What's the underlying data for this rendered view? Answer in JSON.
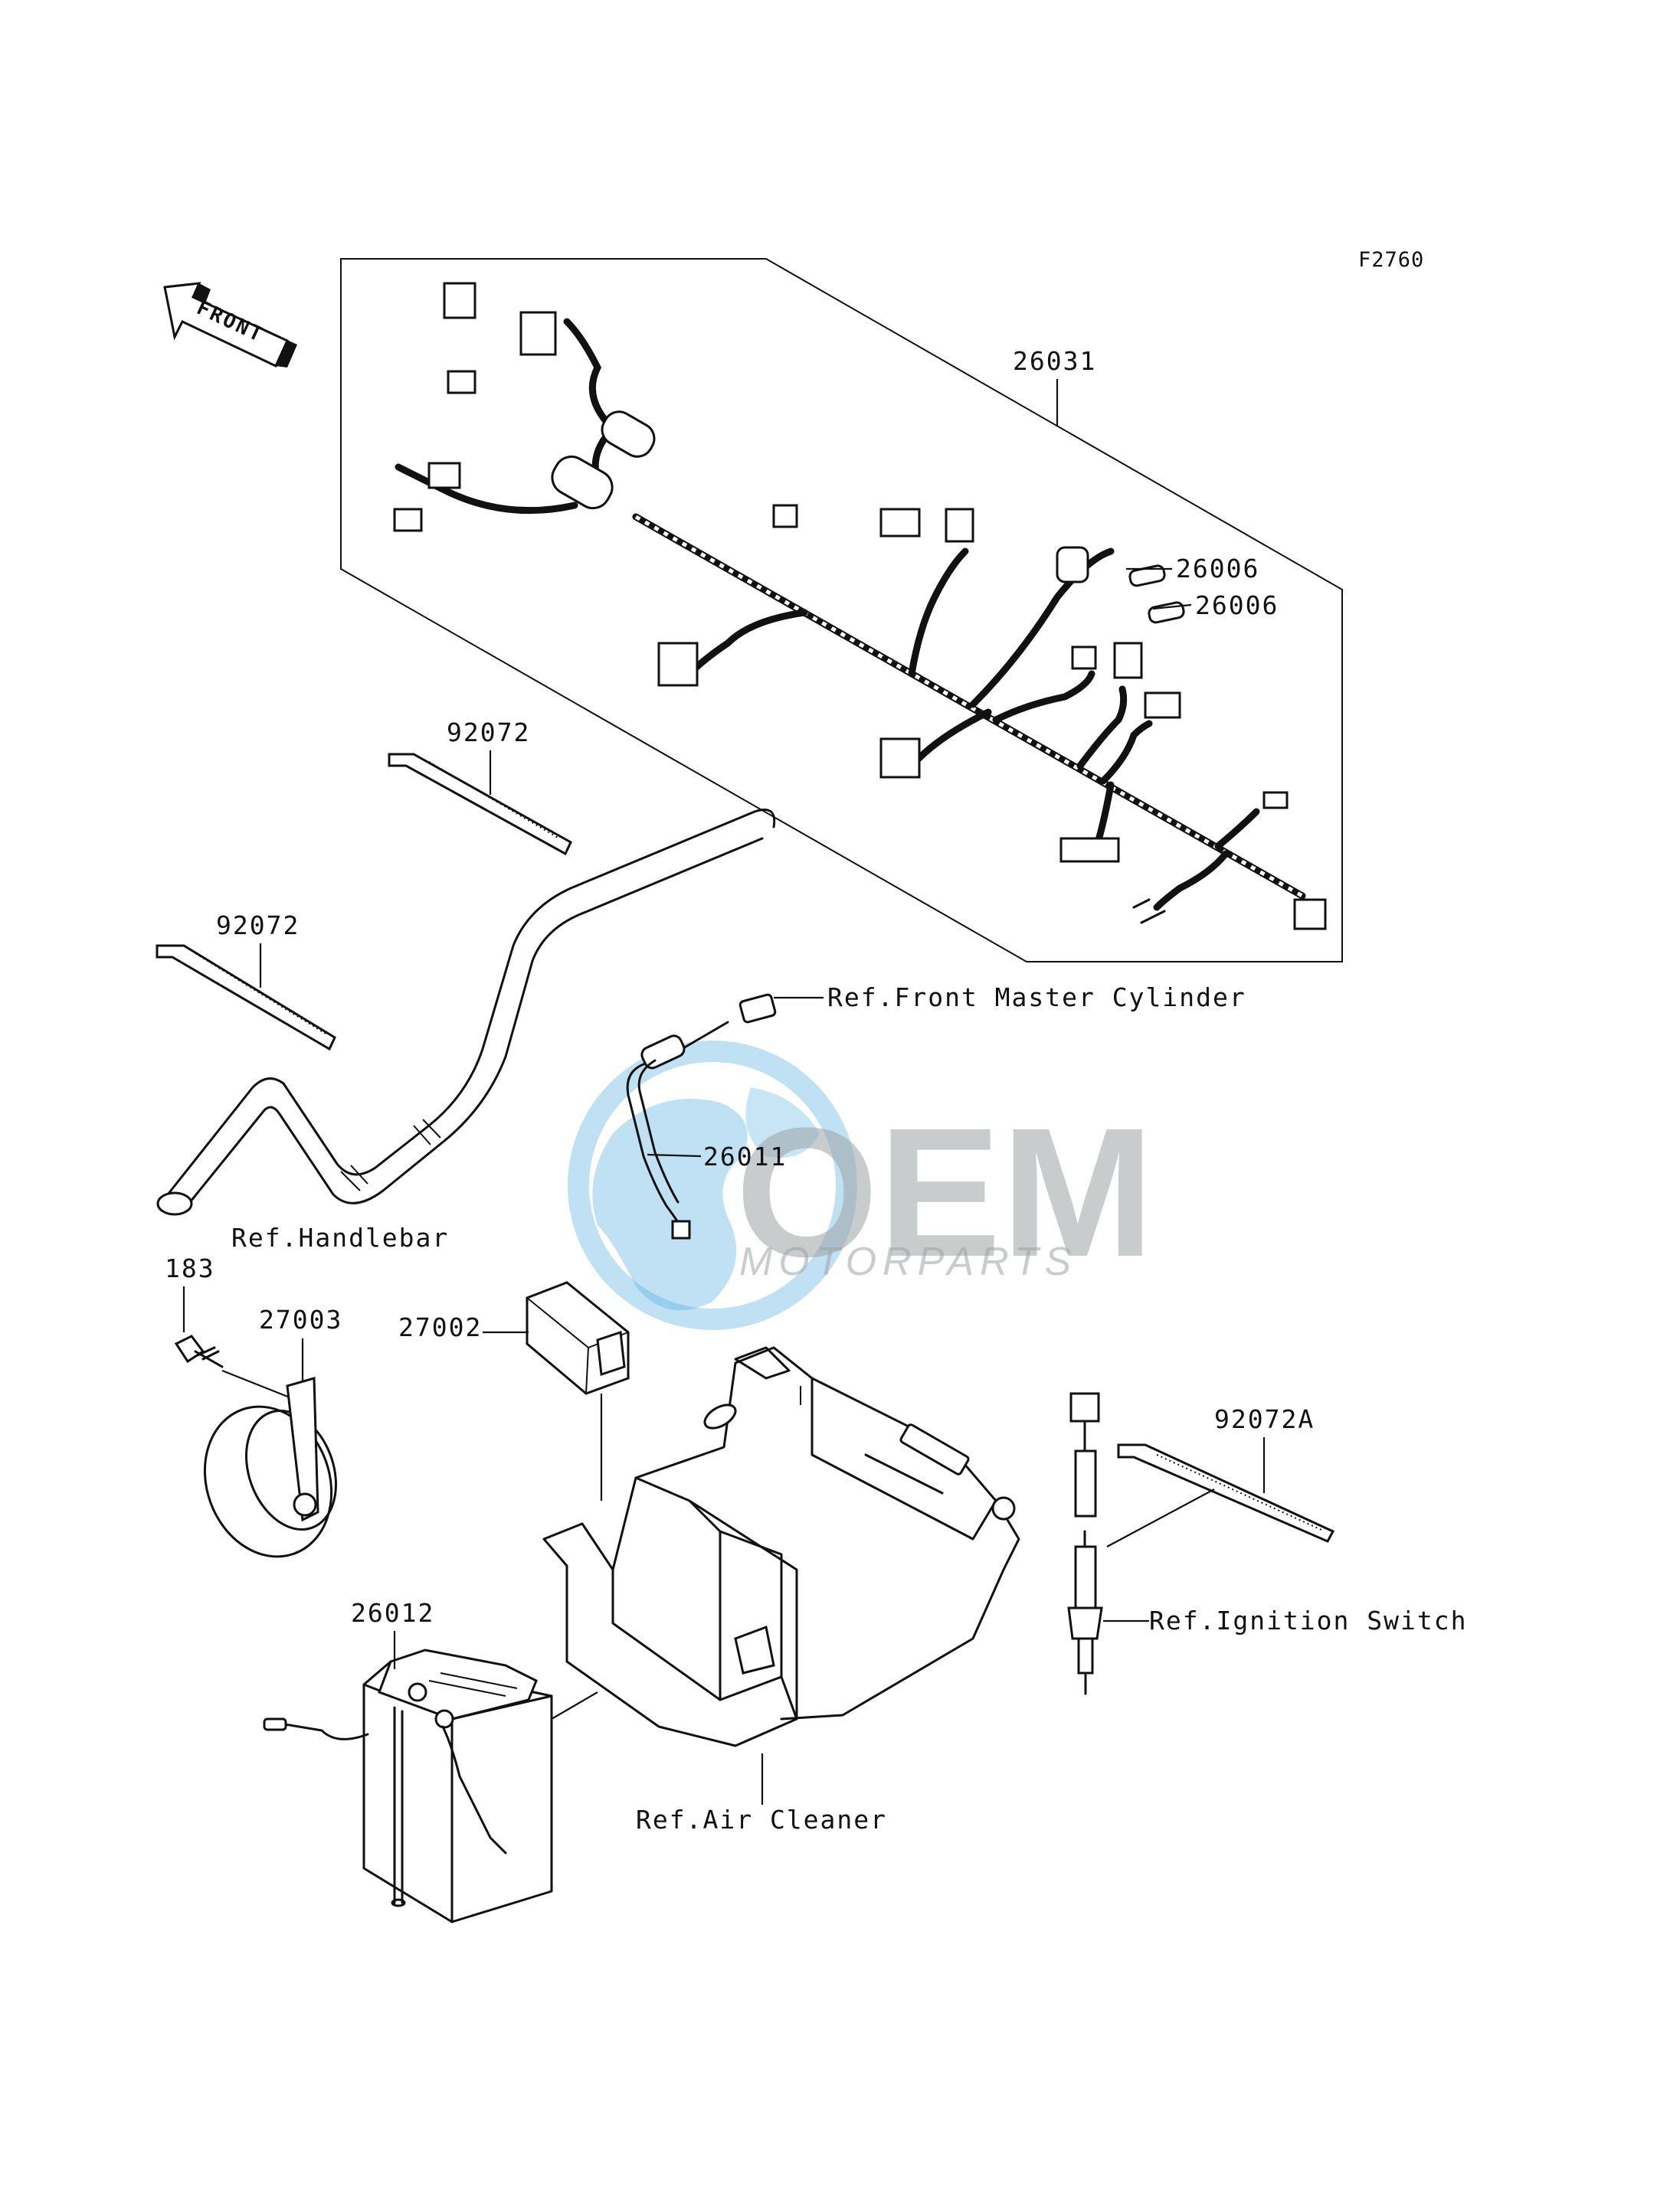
{
  "figure_code": "F2760",
  "front_marker": "FRONT",
  "watermark": {
    "brand": "OEM",
    "tagline": "MOTORPARTS",
    "globe_color": "#4aa8e0",
    "text_color": "#9ea3a6"
  },
  "part_labels": {
    "harness": "26031",
    "fuse_a": "26006",
    "fuse_b": "26006",
    "band_upper": "92072",
    "band_lower": "92072",
    "brake_switch_lead": "26011",
    "bolt": "183",
    "horn": "27003",
    "relay": "27002",
    "battery": "26012",
    "band_ignition": "92072A"
  },
  "references": {
    "front_master_cylinder": "Ref.Front Master Cylinder",
    "handlebar": "Ref.Handlebar",
    "air_cleaner": "Ref.Air Cleaner",
    "ignition_switch": "Ref.Ignition Switch"
  }
}
